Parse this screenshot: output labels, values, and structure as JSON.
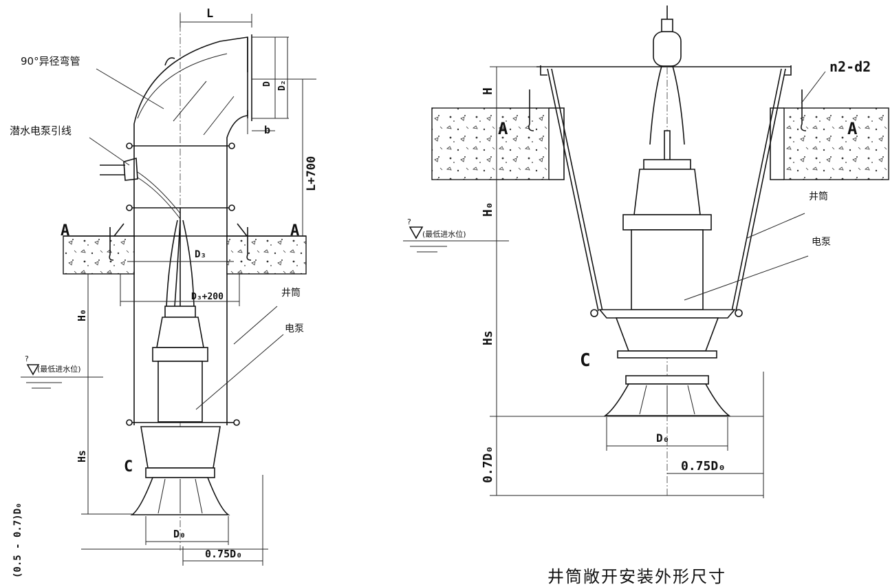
{
  "left": {
    "callout_elbow": "90°异径弯管",
    "callout_cable": "潜水电泵引线",
    "label_well": "井筒",
    "label_pump": "电泵",
    "section_A": "A",
    "dim_L": "L",
    "dim_D": "D",
    "dim_D2": "D₂",
    "dim_b": "b",
    "dim_L700": "L+700",
    "dim_D3": "D₃",
    "dim_D3_200": "D₃+200",
    "dim_H0": "H₀",
    "dim_Hs": "Hs",
    "dim_C": "C",
    "dim_D0": "D₀",
    "dim_075D0": "0.75D₀",
    "dim_range": "(0.5 - 0.7)D₀",
    "water_mark": "?",
    "water_level": "(最低进水位)"
  },
  "right": {
    "label_n2d2": "n2-d2",
    "section_A": "A",
    "label_well": "井筒",
    "label_pump": "电泵",
    "dim_H": "H",
    "dim_H0": "H₀",
    "dim_Hs": "Hs",
    "dim_C": "C",
    "dim_D0": "D₀",
    "dim_075D0": "0.75D₀",
    "dim_07D0": "0.7D₀",
    "water_mark": "?",
    "water_level": "(最低进水位)"
  },
  "caption": "井筒敞开安装外形尺寸"
}
